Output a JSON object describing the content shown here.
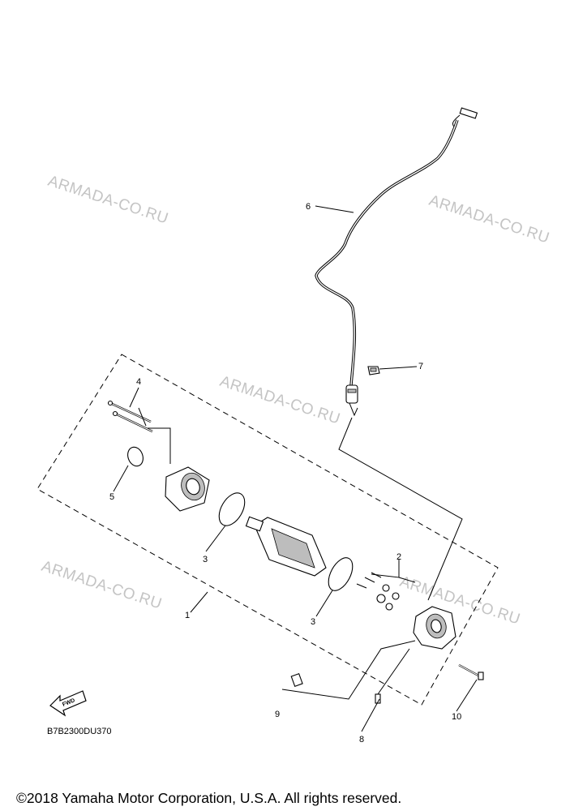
{
  "watermarks": [
    {
      "text": "ARMADA-CO.RU"
    },
    {
      "text": "ARMADA-CO.RU"
    },
    {
      "text": "ARMADA-CO.RU"
    },
    {
      "text": "ARMADA-CO.RU"
    },
    {
      "text": "ARMADA-CO.RU"
    }
  ],
  "callouts": {
    "c1": "1",
    "c2": "2",
    "c3a": "3",
    "c3b": "3",
    "c4": "4",
    "c5": "5",
    "c6": "6",
    "c7": "7",
    "c8": "8",
    "c9": "9",
    "c10": "10"
  },
  "fwd_label": "FWD",
  "diagram_code": "B7B2300DU370",
  "copyright": "©2018 Yamaha Motor Corporation, U.S.A. All rights reserved."
}
